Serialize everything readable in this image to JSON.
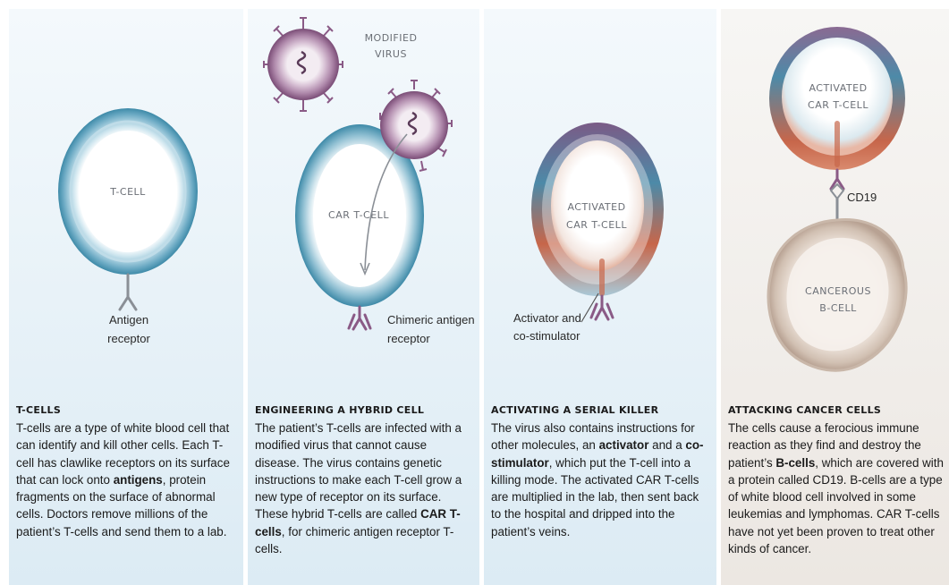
{
  "panels": [
    {
      "heading": "T-CELLS",
      "cell_label": "T-CELL",
      "annotation_lines": [
        "Antigen",
        "receptor"
      ],
      "body": [
        {
          "t": "T-cells are a type of white blood cell that can identify and kill other cells. Each T-cell has clawlike receptors on its surface that can lock onto "
        },
        {
          "t": "antigens",
          "b": true
        },
        {
          "t": ", protein fragments on the surface of abnormal cells. Doctors remove millions of the patient’s T-cells and send them to a lab."
        }
      ]
    },
    {
      "heading": "ENGINEERING A HYBRID CELL",
      "cell_label": "CAR T-CELL",
      "virus_label_lines": [
        "MODIFIED",
        "VIRUS"
      ],
      "annotation_lines": [
        "Chimeric antigen",
        "receptor"
      ],
      "body": [
        {
          "t": "The patient’s T-cells are infected with a modified virus that cannot cause disease. The virus contains genetic instructions to make each T-cell grow a new type of receptor on its surface. These hybrid T-cells are called "
        },
        {
          "t": "CAR T-cells",
          "b": true
        },
        {
          "t": ", for chimeric antigen receptor T-cells."
        }
      ]
    },
    {
      "heading": "ACTIVATING A SERIAL KILLER",
      "cell_label_lines": [
        "ACTIVATED",
        "CAR T-CELL"
      ],
      "annotation_lines": [
        "Activator and",
        "co-stimulator"
      ],
      "body": [
        {
          "t": "The virus also contains instructions for other molecules, an "
        },
        {
          "t": "activator",
          "b": true
        },
        {
          "t": " and a "
        },
        {
          "t": "co-stimulator",
          "b": true
        },
        {
          "t": ", which put the T-cell into a killing mode. The activated CAR T-cells are multiplied in the lab, then sent back to the hospital and dripped into the patient’s veins."
        }
      ]
    },
    {
      "heading": "ATTACKING CANCER CELLS",
      "cell_label_lines": [
        "ACTIVATED",
        "CAR T-CELL"
      ],
      "cancer_label_lines": [
        "CANCEROUS",
        "B-CELL"
      ],
      "annotation": "CD19",
      "body": [
        {
          "t": "The cells cause a ferocious immune reaction as they find and destroy the patient’s "
        },
        {
          "t": "B-cells",
          "b": true
        },
        {
          "t": ", which are covered with a protein called CD19. B-cells are a type of white blood cell involved in some leukemias and lymphomas. CAR T-cells have not yet been proven to treat other kinds of cancer."
        }
      ]
    }
  ],
  "colors": {
    "tcell_blue": "#3e8aa8",
    "virus_purple": "#8a5a86",
    "activated_orange": "#c7664a",
    "cancer_beige": "#c8b6a8"
  },
  "icons": [
    "t-cell-icon",
    "receptor-icon",
    "virus-icon",
    "car-t-cell-icon",
    "activated-cell-icon",
    "cancer-cell-icon"
  ]
}
